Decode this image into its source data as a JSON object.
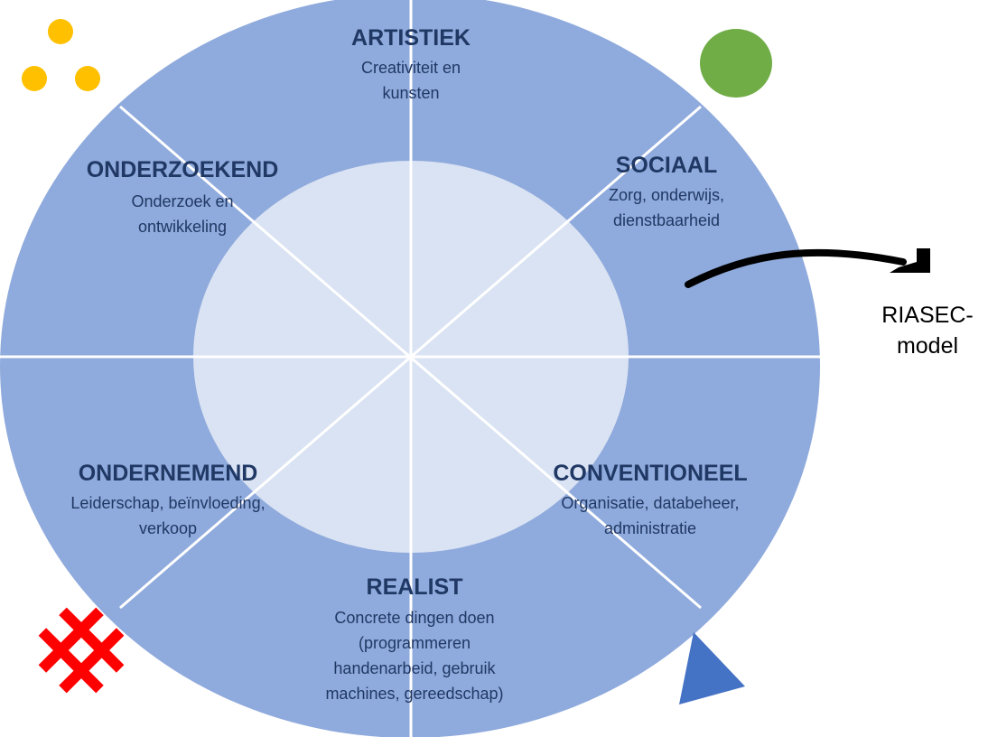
{
  "colors": {
    "outer": "#8faadc",
    "inner": "#dae3f3",
    "text": "#203864",
    "divider": "#ffffff"
  },
  "segments": [
    {
      "title": "ARTISTIEK",
      "lines": [
        "Creativiteit en",
        "kunsten"
      ]
    },
    {
      "title": "SOCIAAL",
      "lines": [
        "Zorg, onderwijs,",
        "dienstbaarheid"
      ]
    },
    {
      "title": "CONVENTIONEEL",
      "lines": [
        "Organisatie, databeheer,",
        "administratie"
      ]
    },
    {
      "title": "REALIST",
      "lines": [
        "Concrete dingen doen",
        "(programmeren",
        "handenarbeid, gebruik",
        "machines, gereedschap)"
      ]
    },
    {
      "title": "ONDERNEMEND",
      "lines": [
        "Leiderschap, beïnvloeding,",
        "verkoop"
      ]
    },
    {
      "title": "ONDERZOEKEND",
      "lines": [
        "Onderzoek en",
        "ontwikkeling"
      ]
    }
  ],
  "callout": {
    "lines": [
      "RIASEC-",
      "model"
    ]
  }
}
